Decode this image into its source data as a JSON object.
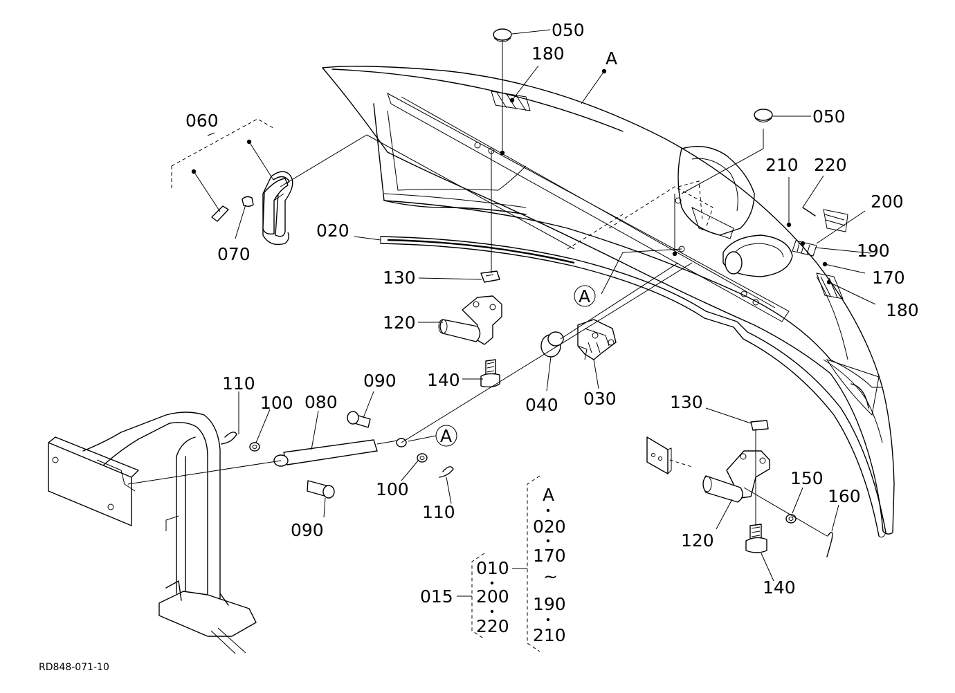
{
  "diagram_code": "RD848-071-10",
  "callouts": {
    "c050a": "050",
    "c050b": "050",
    "c180a": "180",
    "cA": "A",
    "c060": "060",
    "c070": "070",
    "c020": "020",
    "c210": "210",
    "c220": "220",
    "c200": "200",
    "c190": "190",
    "c170": "170",
    "c180b": "180",
    "c130a": "130",
    "c120a": "120",
    "c140a": "140",
    "c040": "040",
    "c030": "030",
    "cAcircle1": "A",
    "c110a": "110",
    "c100a": "100",
    "c080": "080",
    "c090a": "090",
    "cAcircle2": "A",
    "c090b": "090",
    "c100b": "100",
    "c110b": "110",
    "c130b": "130",
    "c120b": "120",
    "c140b": "140",
    "c150": "150",
    "c160": "160"
  },
  "assembly": {
    "inner": {
      "items": [
        "A",
        "020",
        "170",
        "~",
        "190",
        "210"
      ]
    },
    "outer": {
      "label": "015",
      "items": [
        "010",
        "200",
        "220"
      ]
    }
  }
}
